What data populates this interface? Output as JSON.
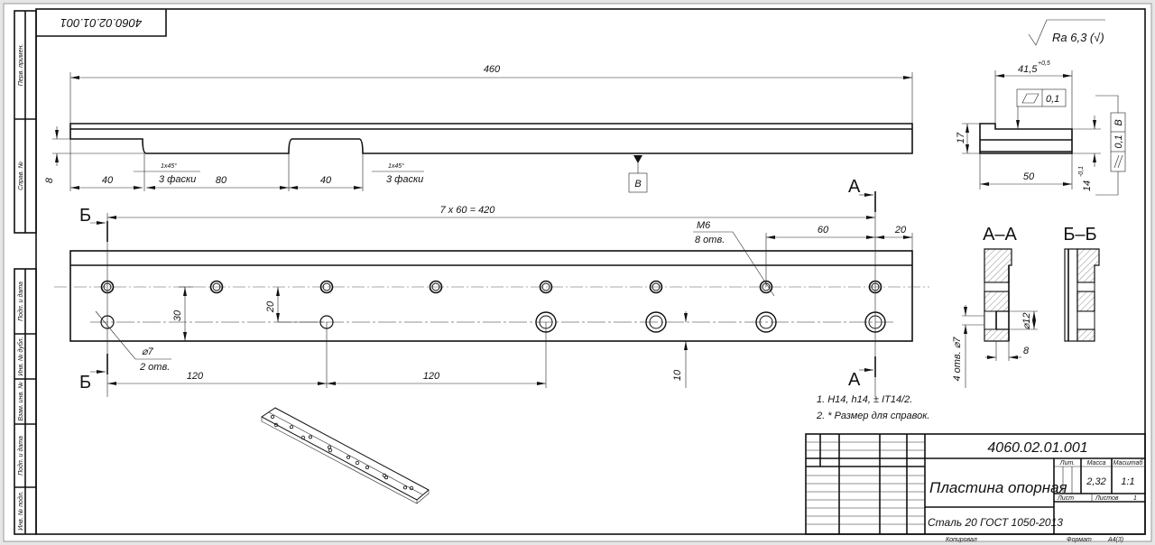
{
  "drawing": {
    "doc_number": "4060.02.01.001",
    "doc_number_mirrored": "4060.02.01.001",
    "surface_finish": "Ra 6,3 (√)",
    "views": {
      "top": {
        "overall_length": "460",
        "step_height": "8",
        "dim_left": "40",
        "dim_slot": "80",
        "dim_mid": "40",
        "chamfer_1": "1x45°",
        "chamfer_1_count": "3 фаски",
        "chamfer_2": "1x45°",
        "chamfer_2_count": "3 фаски",
        "datum": "В"
      },
      "front": {
        "pitch": "7 x 60 = 420",
        "dim_60": "60",
        "dim_20_end": "20",
        "thread": "M6",
        "thread_count": "8 отв.",
        "dim_30": "30",
        "dim_20": "20",
        "dim_10": "10",
        "dim_120_a": "120",
        "dim_120_b": "120",
        "hole": "⌀7",
        "hole_count": "2 отв.",
        "section_b_label": "Б",
        "section_a_label": "А"
      },
      "side": {
        "width_tol": "41,5",
        "width_tol_sup": "+0,5",
        "flatness_value": "0,1",
        "height": "17",
        "width": "50",
        "thickness": "14",
        "thickness_tol": "-0,1",
        "parallel_value": "0,1",
        "parallel_datum": "В"
      },
      "section_aa": {
        "title": "А–А",
        "bore": "⌀12",
        "depth": "8",
        "holes": "4 отв. ⌀7"
      },
      "section_bb": {
        "title": "Б–Б"
      }
    },
    "notes": [
      "1. H14, h14, ± IT14/2.",
      "2. * Размер для справок."
    ],
    "title_block": {
      "number": "4060.02.01.001",
      "name": "Пластина опорная",
      "material": "Сталь 20  ГОСТ 1050-2013",
      "lit_label": "Лит.",
      "mass_label": "Масса",
      "scale_label": "Масштаб",
      "mass": "2,32",
      "scale": "1:1",
      "sheet_label": "Лист",
      "sheets_label": "Листов",
      "sheets": "1",
      "copied_label": "Копировал",
      "format_label": "Формат",
      "format": "А4(3)"
    },
    "side_stamp": [
      "Перв. примен.",
      "Справ. №",
      "Подп. и дата",
      "Инв. № дубл.",
      "Взам. инв. №",
      "Подп. и дата",
      "Инв. № подл."
    ]
  }
}
